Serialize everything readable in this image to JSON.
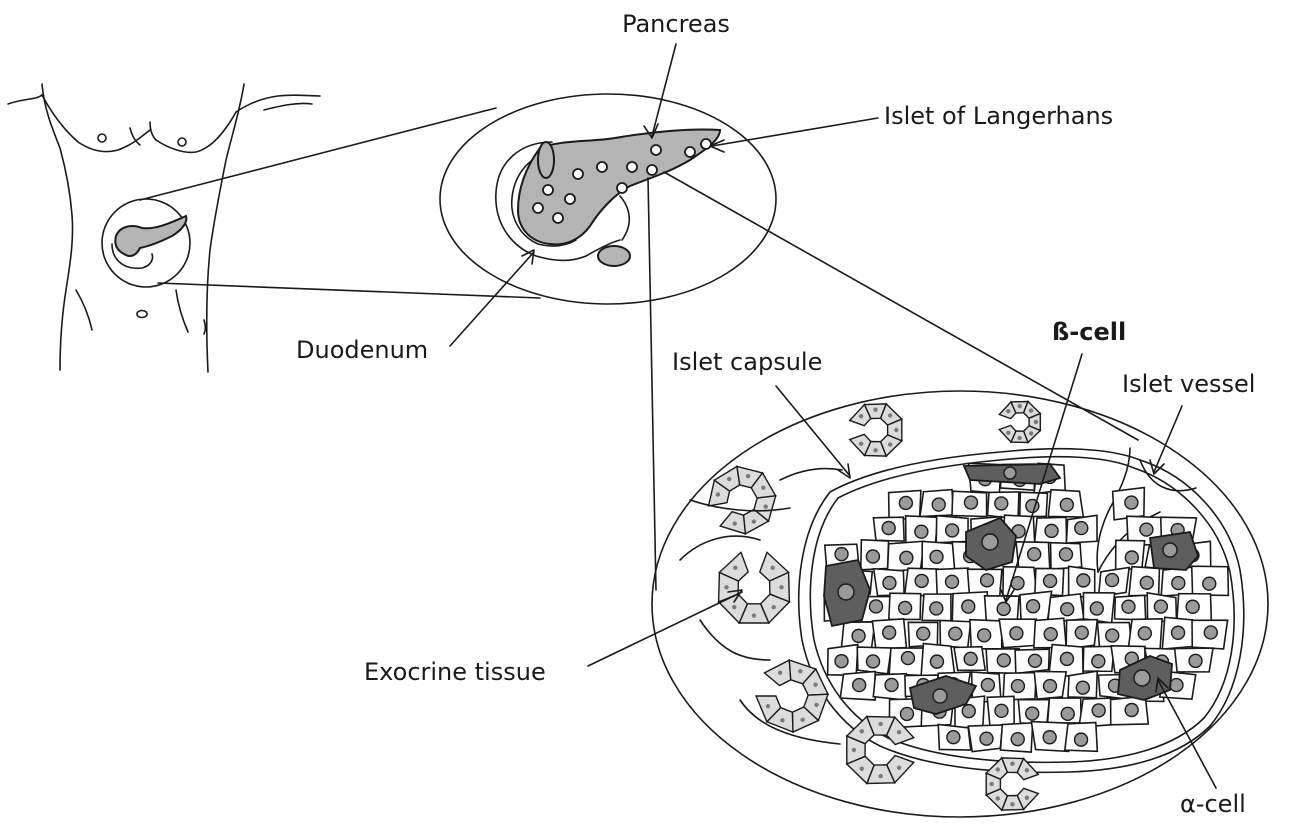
{
  "labels": {
    "pancreas": "Pancreas",
    "islet_of_langerhans": "Islet of Langerhans",
    "duodenum": "Duodenum",
    "islet_capsule": "Islet capsule",
    "beta_cell": "ß-cell",
    "islet_vessel": "Islet vessel",
    "exocrine_tissue": "Exocrine tissue",
    "alpha_cell": "α-cell"
  },
  "colors": {
    "line": "#1a1a1a",
    "pancreas_fill": "#b4b4b4",
    "alpha_cell_fill": "#5e5e5e",
    "nucleus_fill": "#9a9a9a"
  }
}
